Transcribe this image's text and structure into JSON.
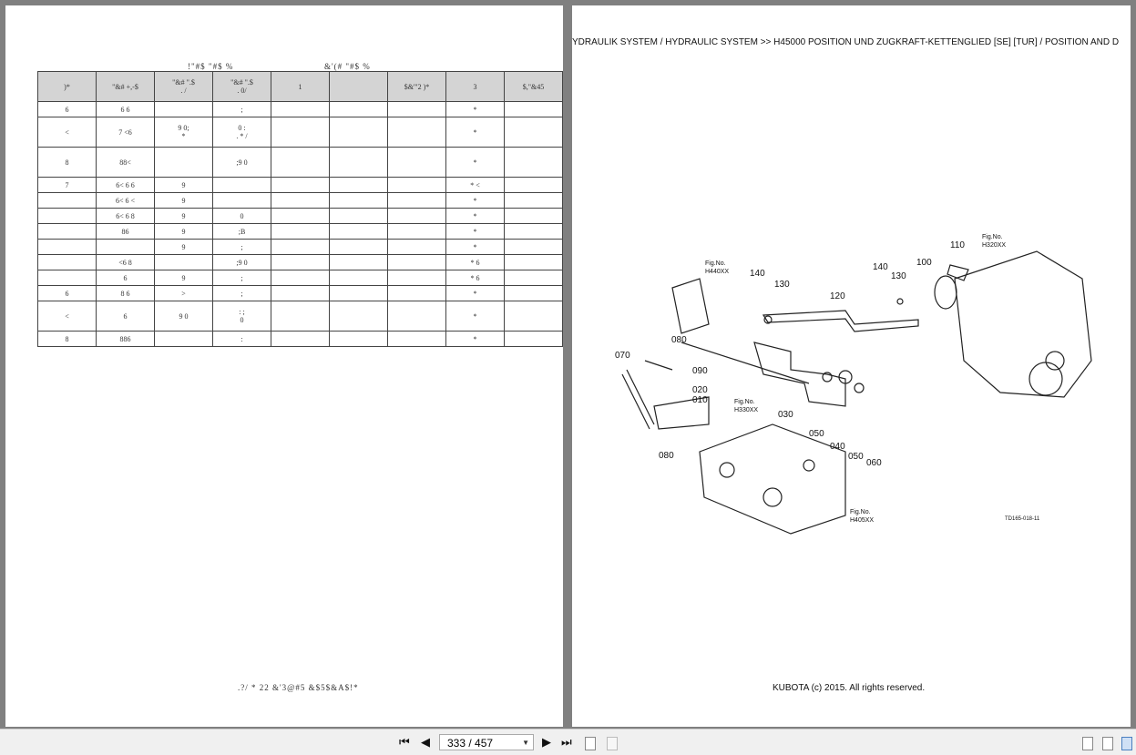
{
  "left_page": {
    "title_a": "!\"#$   \"#$  %",
    "title_b": "&'(#   \"#$  %",
    "headers": [
      ")*",
      "\"&#   +,-$",
      "\"&#   \".$\n.   /",
      "\"&#   \".$\n.  0/",
      "1",
      "",
      "$&'\"2   )*",
      "3",
      "$,\"&45"
    ],
    "rows": [
      [
        "6",
        "6   6",
        "",
        ";",
        "",
        "",
        "",
        "*",
        ""
      ],
      [
        "<",
        "7  <6",
        "9        0;\n*",
        "0        :\n.    *      /",
        "",
        "",
        "",
        "*",
        ""
      ],
      [
        "8",
        "88<",
        "",
        ";9    0",
        "",
        "",
        "",
        "*",
        ""
      ],
      [
        "7",
        "6<  6 6",
        "9",
        "",
        "",
        "",
        "",
        "*  <",
        ""
      ],
      [
        "",
        "6<  6 <",
        "9",
        "",
        "",
        "",
        "",
        "*",
        ""
      ],
      [
        "",
        "6<  6 8",
        "9",
        "0",
        "",
        "",
        "",
        "*",
        ""
      ],
      [
        "",
        "86",
        "9",
        ";B",
        "",
        "",
        "",
        "*",
        ""
      ],
      [
        "",
        "",
        "9",
        ";",
        "",
        "",
        "",
        "*",
        ""
      ],
      [
        "",
        "<6      8",
        "",
        ";9    0",
        "",
        "",
        "",
        "*   6",
        ""
      ],
      [
        "",
        "6",
        "9",
        ";",
        "",
        "",
        "",
        "*   6",
        ""
      ],
      [
        "6",
        "8      6",
        ">",
        ";",
        "",
        "",
        "",
        "*",
        ""
      ],
      [
        "<",
        "6",
        "9        0",
        ":      ;\n0",
        "",
        "",
        "",
        "*",
        ""
      ],
      [
        "8",
        "886",
        "",
        ":",
        "",
        "",
        "",
        "*",
        ""
      ]
    ],
    "footer": ".?/       *   22  &'3@#5  &$5$&A$!*"
  },
  "right_page": {
    "header": "YDRAULIK SYSTEM / HYDRAULIC SYSTEM >> H45000    POSITION UND ZUGKRAFT-KETTENGLIED [SE] [TUR] / POSITION AND D",
    "footer": "KUBOTA (c) 2015. All rights reserved.",
    "diagram": {
      "fig_label": "Fig.No.",
      "figs": [
        "H320XX",
        "H440XX",
        "H330XX",
        "H405XX"
      ],
      "parts": [
        "110",
        "140",
        "130",
        "100",
        "140",
        "130",
        "120",
        "070",
        "080",
        "090",
        "020",
        "010",
        "030",
        "050",
        "040",
        "050",
        "060",
        "080"
      ],
      "code": "TD165-018-11"
    }
  },
  "toolbar": {
    "page_value": "333 / 457",
    "first": "⏮",
    "prev": "◀",
    "next": "▶",
    "last": "⏭"
  }
}
